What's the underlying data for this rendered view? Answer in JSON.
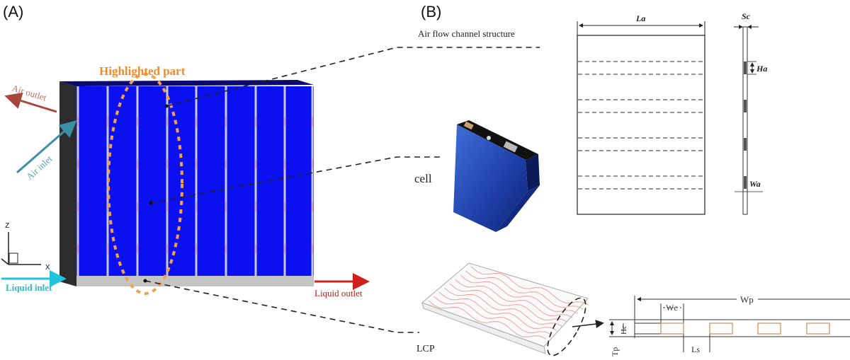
{
  "panels": {
    "a_label": "(A)",
    "b_label": "(B)"
  },
  "pack": {
    "highlight_label": "Highlighted part",
    "air_outlet": "Air outlet",
    "air_inlet": "Air inlet",
    "liquid_inlet": "Liquid inlet",
    "liquid_outlet": "Liquid outlet",
    "axes": {
      "z": "z",
      "x": "x"
    }
  },
  "callouts": {
    "air_channel": "Air flow channel structure",
    "cell": "cell",
    "lcp": "LCP"
  },
  "air_schematic": {
    "length": "La",
    "spacing": "Sc",
    "height": "Ha",
    "width": "Wa"
  },
  "lcp_section": {
    "plate_width": "Wp",
    "channel_width": "Wc",
    "channel_height": "Hc",
    "plate_thickness": "Tp",
    "channel_spacing": "Ls"
  },
  "colors": {
    "cell_blue": "#0a10f0",
    "highlight": "#f4a04a",
    "air_outlet": "#a8453c",
    "air_inlet": "#3a8fa6",
    "liquid_inlet": "#22c4dc",
    "liquid_outlet": "#d0201c"
  }
}
